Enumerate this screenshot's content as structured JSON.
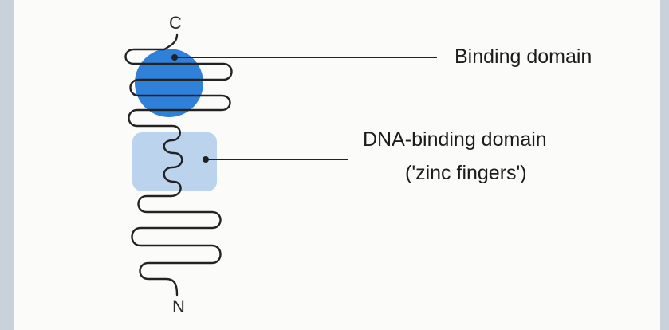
{
  "labels": {
    "c_terminus": "C",
    "n_terminus": "N",
    "binding_domain": "Binding domain",
    "dna_binding_line1": "DNA-binding domain",
    "dna_binding_line2": "('zinc fingers')"
  },
  "colors": {
    "background_border": "#c9d2da",
    "paper": "#fbfbfa",
    "binding_domain_fill": "#2f80d8",
    "dna_domain_fill": "#bcd3ee",
    "strand": "#222222"
  }
}
